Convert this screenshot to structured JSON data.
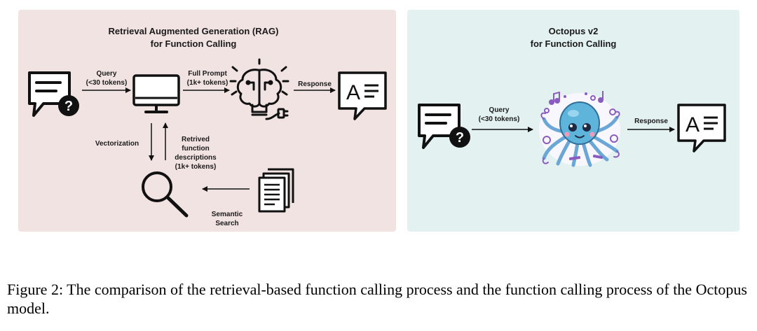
{
  "rag": {
    "title_line1": "Retrieval Augmented Generation (RAG)",
    "title_line2": "for Function Calling",
    "query_line1": "Query",
    "query_line2": "(<30 tokens)",
    "full_prompt_line1": "Full Prompt",
    "full_prompt_line2": "(1k+ tokens)",
    "response": "Response",
    "vectorization": "Vectorization",
    "retrieved_line1": "Retrived",
    "retrieved_line2": "function",
    "retrieved_line3": "descriptions",
    "retrieved_line4": "(1k+ tokens)",
    "semantic_line1": "Semantic",
    "semantic_line2": "Search"
  },
  "octopus": {
    "title_line1": "Octopus v2",
    "title_line2": "for Function Calling",
    "query_line1": "Query",
    "query_line2": "(<30 tokens)",
    "response": "Response"
  },
  "icons": {
    "question_bubble": "chat-question-icon",
    "monitor": "monitor-icon",
    "brain": "brain-bulb-icon",
    "response_bubble": "response-text-icon",
    "magnifier": "magnifier-icon",
    "documents": "documents-icon",
    "octopus": "octopus-illustration"
  },
  "colors": {
    "rag_panel_bg": "#f1e3e2",
    "octopus_panel_bg": "#e3f1f0",
    "octopus_body": "#5fb4dc",
    "octopus_accent": "#8a5cc0"
  },
  "caption": {
    "text": "Figure 2: The comparison of the retrieval-based function calling process and the function calling process of the Octopus model."
  }
}
